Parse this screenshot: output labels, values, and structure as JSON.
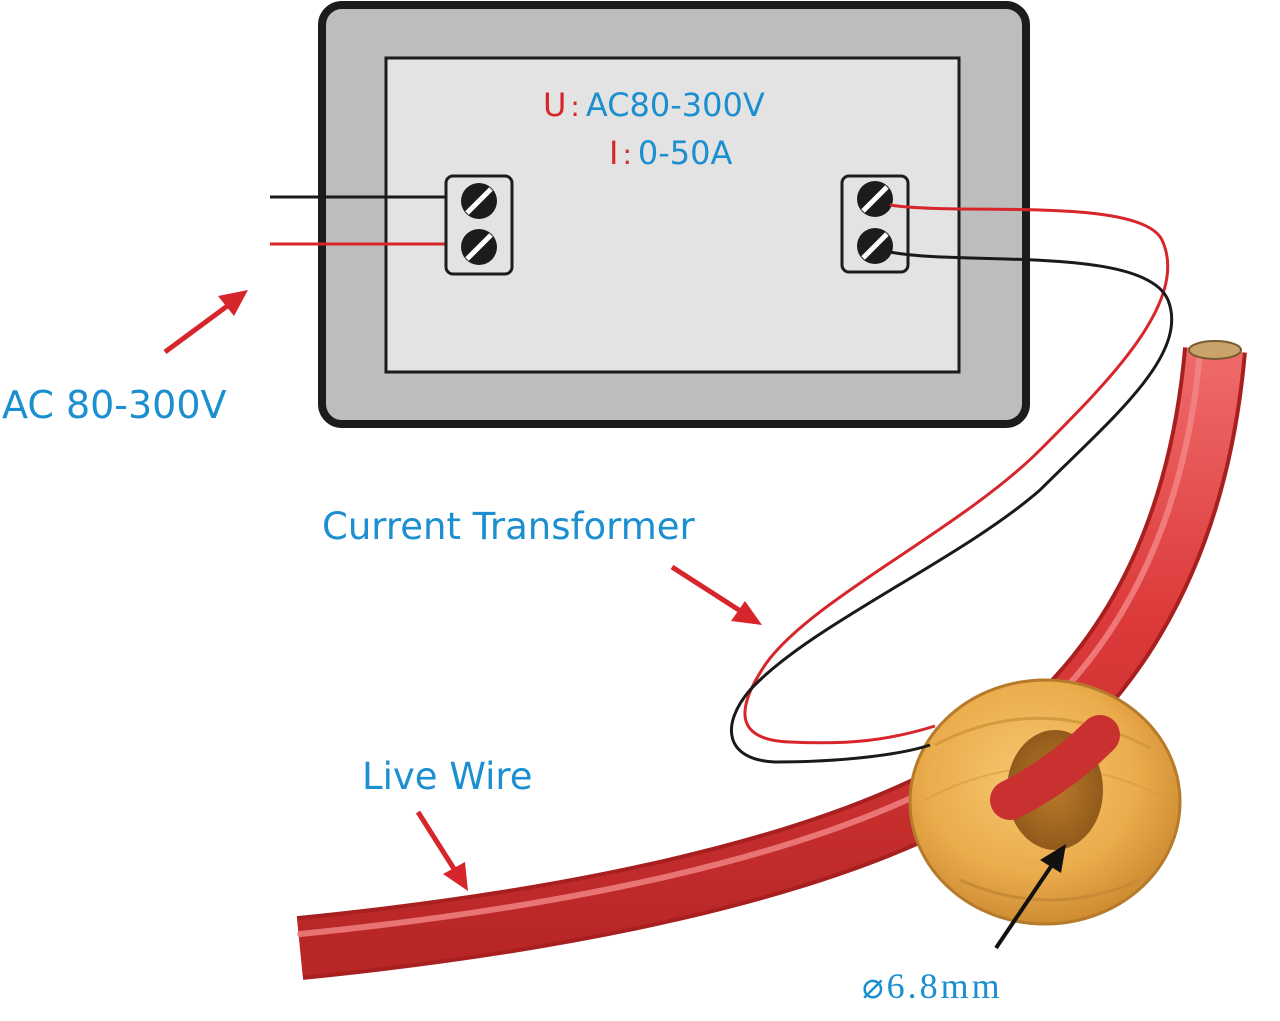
{
  "meter": {
    "voltage_key": "U",
    "voltage_value": "AC80-300V",
    "current_key": "I",
    "current_value": "0-50A",
    "separator": ":"
  },
  "labels": {
    "supply": "AC 80-300V",
    "current_transformer": "Current Transformer",
    "live_wire": "Live Wire",
    "diameter": "⌀6.8mm"
  },
  "colors": {
    "label_blue": "#1b8fd0",
    "arrow_red": "#d7262b",
    "housing_grey": "#bdbdbd",
    "panel_grey": "#e3e3e3",
    "wire_red": "#dd3b3b",
    "core_orange": "#eaaa4a"
  }
}
